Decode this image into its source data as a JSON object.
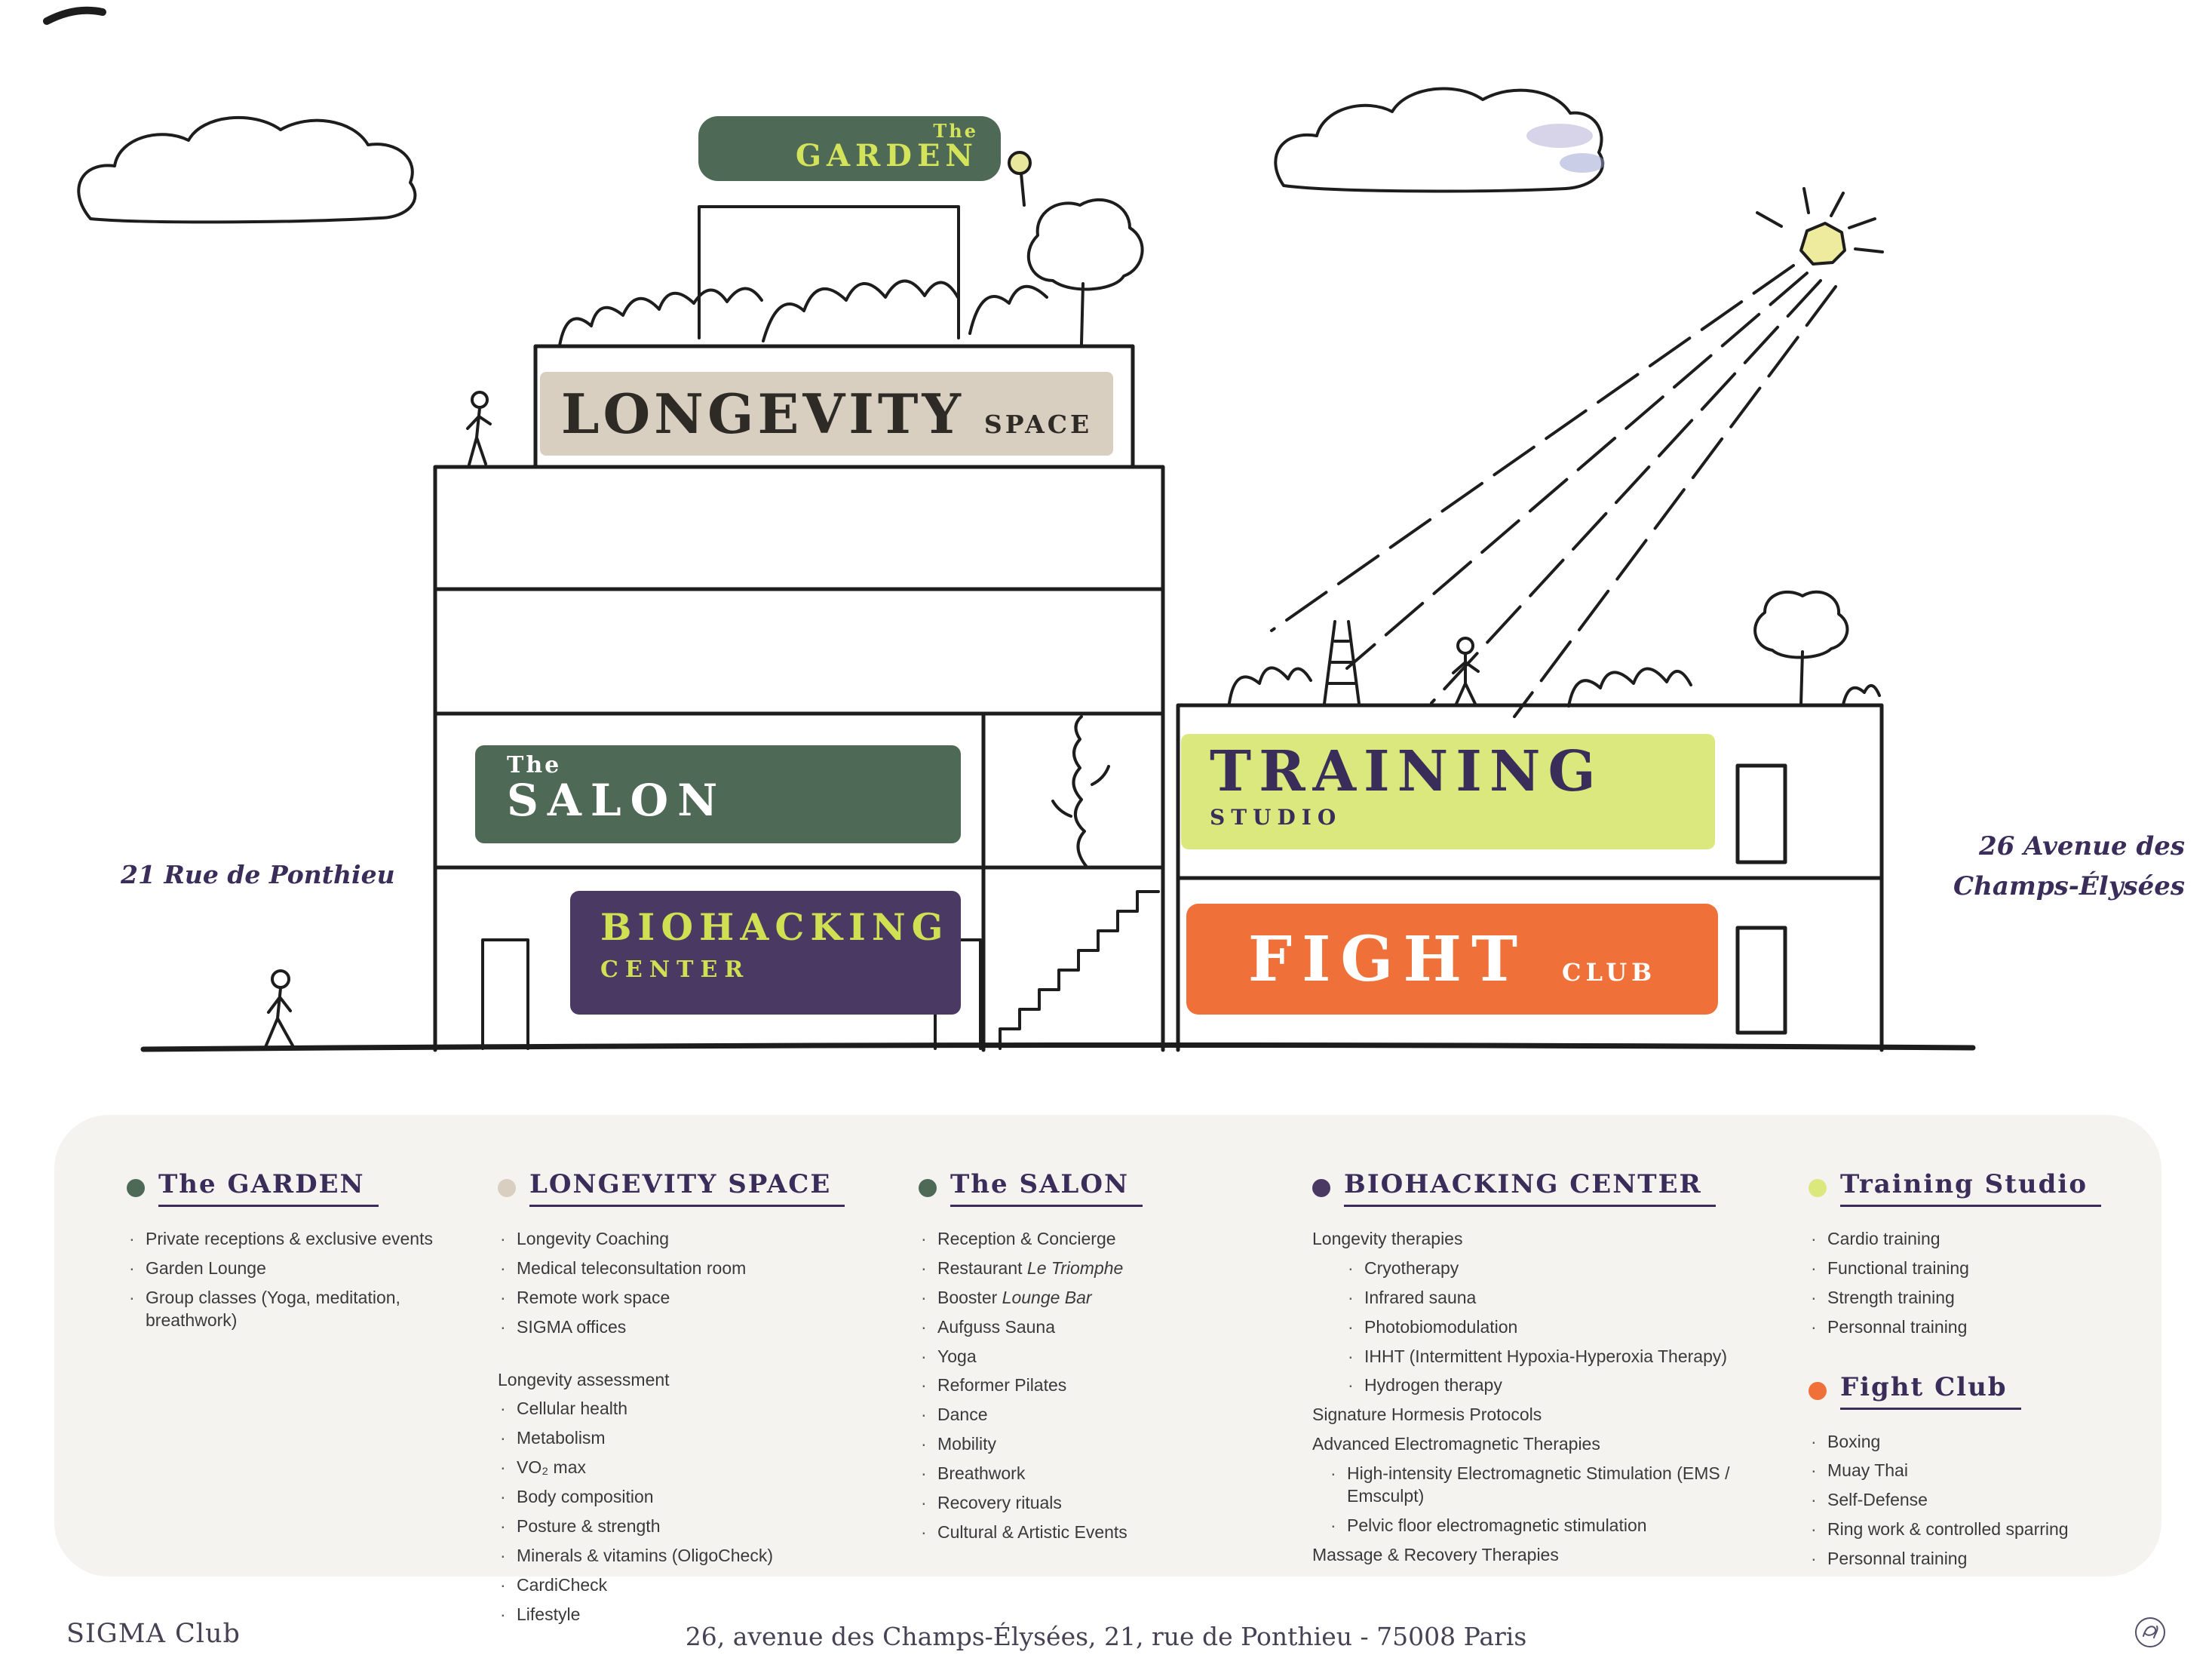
{
  "building": {
    "badges": {
      "garden": {
        "pre": "The",
        "title": "GARDEN"
      },
      "longevity": {
        "title": "LONGEVITY",
        "sub": "SPACE"
      },
      "salon": {
        "pre": "The",
        "title": "SALON"
      },
      "training": {
        "title": "TRAINING",
        "sub": "STUDIO"
      },
      "biohacking": {
        "title": "BIOHACKING",
        "sub": "CENTER"
      },
      "fight": {
        "title": "FIGHT",
        "sub": "CLUB"
      }
    },
    "street_labels": {
      "left": "21 Rue de Ponthieu",
      "right_line1": "26 Avenue des",
      "right_line2": "Champs-Élysées"
    }
  },
  "legend": {
    "sections": [
      {
        "id": "garden",
        "slot": 1,
        "dot": "#4e6a56",
        "heading": "The GARDEN",
        "items": [
          {
            "t": "Private receptions & exclusive events",
            "b": 1
          },
          {
            "t": "Garden Lounge",
            "b": 1
          },
          {
            "t": "Group classes (Yoga, meditation, breathwork)",
            "b": 1
          }
        ]
      },
      {
        "id": "longevity-space",
        "slot": 2,
        "dot": "#d8cfc0",
        "heading": "LONGEVITY SPACE",
        "items": [
          {
            "t": "Longevity Coaching",
            "b": 1
          },
          {
            "t": "Medical teleconsultation room",
            "b": 1
          },
          {
            "t": "Remote work space",
            "b": 1
          },
          {
            "t": "SIGMA offices",
            "b": 1
          },
          {
            "t": "Longevity assessment",
            "b": 0,
            "gap": 1
          },
          {
            "t": "Cellular health",
            "b": 1
          },
          {
            "t": "Metabolism",
            "b": 1
          },
          {
            "t": "VO₂ max",
            "b": 1
          },
          {
            "t": "Body composition",
            "b": 1
          },
          {
            "t": "Posture & strength",
            "b": 1
          },
          {
            "t": "Minerals & vitamins (OligoCheck)",
            "b": 1
          },
          {
            "t": "CardiCheck",
            "b": 1
          },
          {
            "t": "Lifestyle",
            "b": 1
          }
        ]
      },
      {
        "id": "salon",
        "slot": 3,
        "dot": "#4e6a56",
        "heading": "The SALON",
        "items": [
          {
            "t": "Reception & Concierge",
            "b": 1
          },
          {
            "t": "Restaurant ",
            "em": "Le Triomphe",
            "b": 1
          },
          {
            "t": "Booster ",
            "em": "Lounge Bar",
            "b": 1
          },
          {
            "t": "Aufguss Sauna",
            "b": 1
          },
          {
            "t": "Yoga",
            "b": 1
          },
          {
            "t": "Reformer Pilates",
            "b": 1
          },
          {
            "t": "Dance",
            "b": 1
          },
          {
            "t": "Mobility",
            "b": 1
          },
          {
            "t": "Breathwork",
            "b": 1
          },
          {
            "t": "Recovery rituals",
            "b": 1
          },
          {
            "t": "Cultural & Artistic Events",
            "b": 1
          }
        ]
      },
      {
        "id": "biohacking-center",
        "slot": 4,
        "dot": "#4a3963",
        "heading": "BIOHACKING CENTER",
        "items": [
          {
            "t": "Longevity therapies",
            "b": 0
          },
          {
            "t": "Cryotherapy",
            "b": 1,
            "ind": 2
          },
          {
            "t": "Infrared sauna",
            "b": 1,
            "ind": 2
          },
          {
            "t": "Photobiomodulation",
            "b": 1,
            "ind": 2
          },
          {
            "t": "IHHT (Intermittent Hypoxia-Hyperoxia Therapy)",
            "b": 1,
            "ind": 2
          },
          {
            "t": "Hydrogen therapy",
            "b": 1,
            "ind": 2
          },
          {
            "t": "Signature Hormesis Protocols",
            "b": 0
          },
          {
            "t": "Advanced Electromagnetic Therapies",
            "b": 0
          },
          {
            "t": "High-intensity Electromagnetic Stimulation (EMS / Emsculpt)",
            "b": 1,
            "ind": 1
          },
          {
            "t": "Pelvic floor electromagnetic stimulation",
            "b": 1,
            "ind": 1
          },
          {
            "t": "Massage & Recovery Therapies",
            "b": 0
          }
        ]
      },
      {
        "id": "training-studio",
        "slot": 5,
        "dot": "#dbe87d",
        "heading": "Training Studio",
        "items": [
          {
            "t": "Cardio training",
            "b": 1
          },
          {
            "t": "Functional training",
            "b": 1
          },
          {
            "t": "Strength training",
            "b": 1
          },
          {
            "t": "Personnal training",
            "b": 1
          }
        ]
      },
      {
        "id": "fight-club",
        "slot": 5,
        "dot": "#ef7139",
        "heading": "Fight Club",
        "items": [
          {
            "t": "Boxing",
            "b": 1
          },
          {
            "t": "Muay Thai",
            "b": 1
          },
          {
            "t": "Self-Defense",
            "b": 1
          },
          {
            "t": "Ring work & controlled sparring",
            "b": 1
          },
          {
            "t": "Personnal training",
            "b": 1
          }
        ]
      }
    ]
  },
  "footer": {
    "brand": "SIGMA Club",
    "address": "26, avenue des Champs-Élysées, 21, rue de Ponthieu - 75008 Paris"
  },
  "colors": {
    "ink": "#1d1d1d",
    "dark_green": "#4e6a56",
    "lime_text": "#d3e35a",
    "beige": "#d8cfc0",
    "purple": "#4a3963",
    "orange": "#ef7139",
    "training_lime": "#dbe87d",
    "heading_purple": "#3a2d5a",
    "panel_bg": "#f4f3f0"
  }
}
